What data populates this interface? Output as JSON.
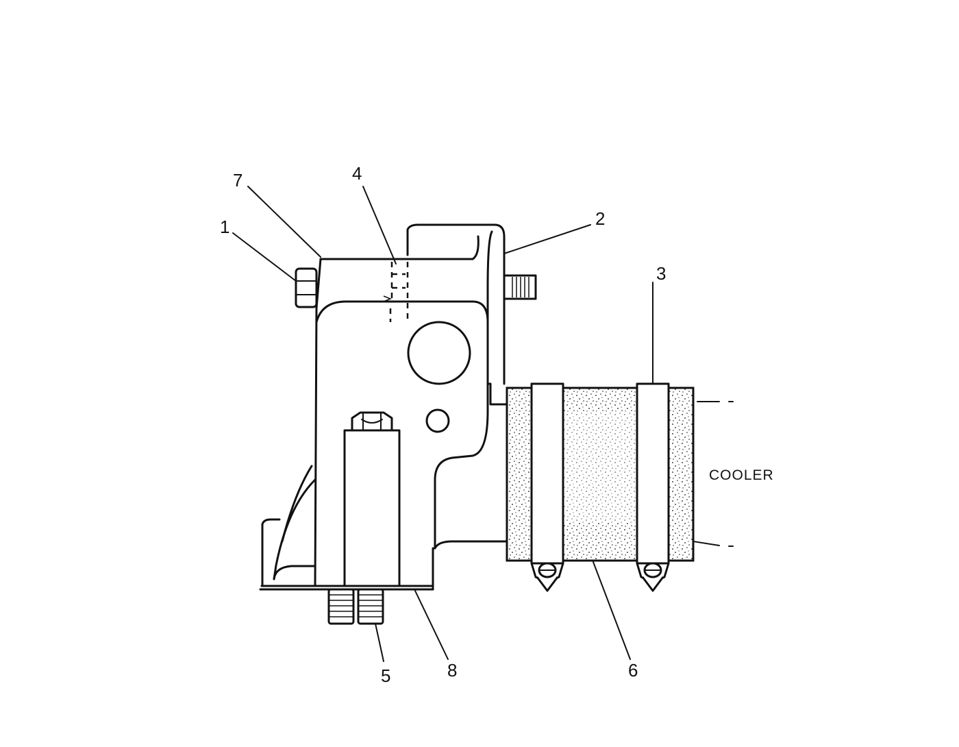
{
  "diagram": {
    "callouts": [
      {
        "id": "1",
        "text": "1"
      },
      {
        "id": "2",
        "text": "2"
      },
      {
        "id": "3",
        "text": "3"
      },
      {
        "id": "4",
        "text": "4"
      },
      {
        "id": "5",
        "text": "5"
      },
      {
        "id": "6",
        "text": "6"
      },
      {
        "id": "7",
        "text": "7"
      },
      {
        "id": "8",
        "text": "8"
      }
    ],
    "labels": {
      "cooler": "COOLER"
    }
  }
}
